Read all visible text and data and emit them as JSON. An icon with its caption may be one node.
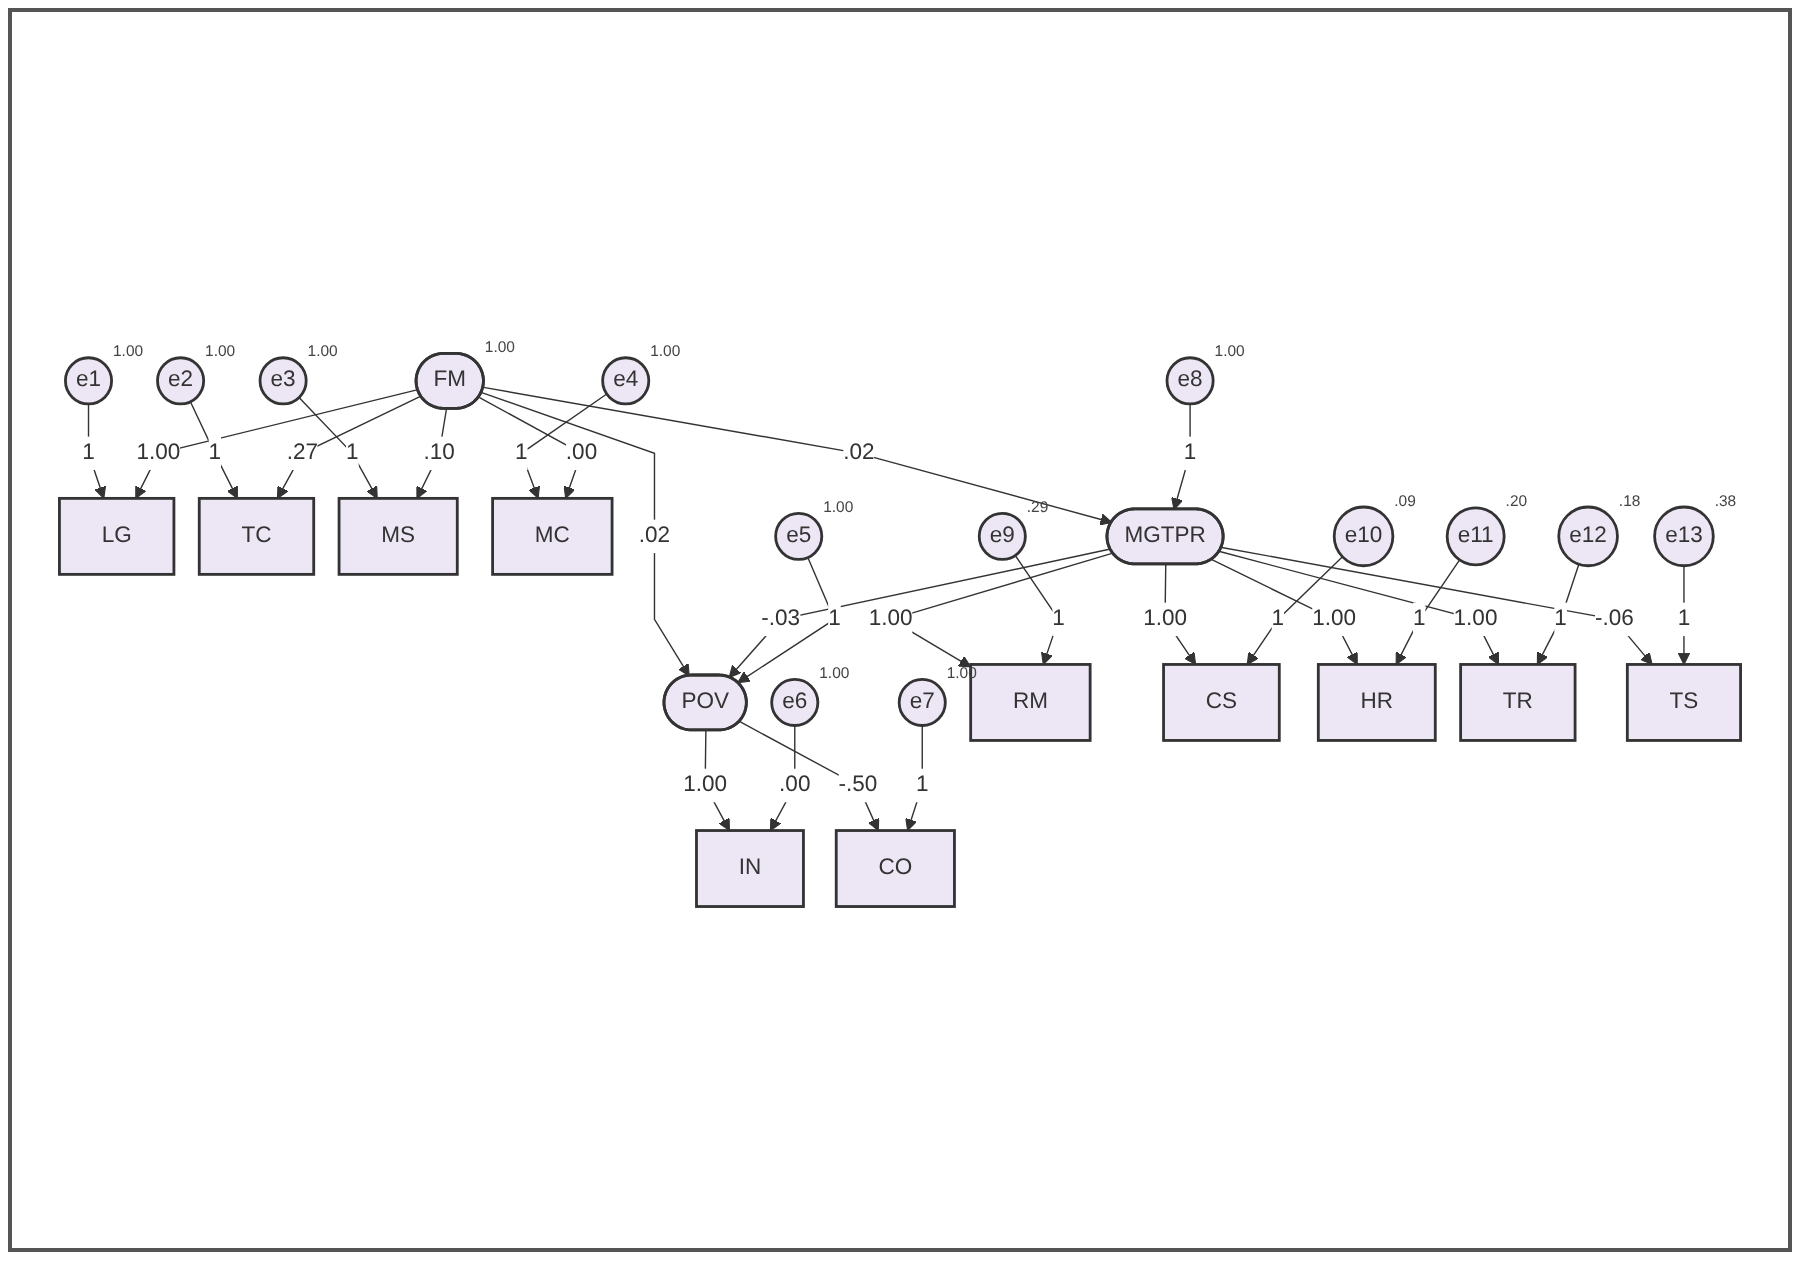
{
  "diagram": {
    "nodes": [
      {
        "text": [
          "e1"
        ],
        "beside": [
          "1.00"
        ]
      },
      {
        "text": [
          "LG"
        ]
      },
      {
        "text": [
          "e2"
        ],
        "beside": [
          "1.00"
        ]
      },
      {
        "text": [
          "TC"
        ]
      },
      {
        "text": [
          "e3"
        ],
        "beside": [
          "1.00"
        ]
      },
      {
        "text": [
          "MS"
        ]
      },
      {
        "text": [
          "e4"
        ],
        "beside": [
          "1.00"
        ]
      },
      {
        "text": [
          "MC"
        ]
      },
      {
        "text": [
          "FM"
        ],
        "beside": [
          "1.00"
        ]
      },
      {
        "text": [
          "e5"
        ],
        "beside": [
          "1.00"
        ]
      },
      {
        "text": [
          "POV"
        ]
      },
      {
        "text": [
          "IN"
        ]
      },
      {
        "text": [
          "e6"
        ],
        "beside": [
          "1.00"
        ]
      },
      {
        "text": [
          "CO"
        ]
      },
      {
        "text": [
          "e7"
        ],
        "beside": [
          "1.00"
        ]
      },
      {
        "text": [
          "e8"
        ],
        "beside": [
          "1.00"
        ]
      },
      {
        "text": [
          "MGTPR"
        ]
      },
      {
        "text": [
          "RM"
        ]
      },
      {
        "text": [
          "CS"
        ]
      },
      {
        "text": [
          "HR"
        ]
      },
      {
        "text": [
          "TR"
        ]
      },
      {
        "text": [
          "TS"
        ]
      },
      {
        "text": [
          "e9"
        ],
        "beside": [
          ".29"
        ]
      },
      {
        "text": [
          "e10"
        ],
        "beside": [
          ".09"
        ]
      },
      {
        "text": [
          "e11"
        ],
        "beside": [
          ".20"
        ]
      },
      {
        "text": [
          "e12"
        ],
        "beside": [
          ".18"
        ]
      },
      {
        "text": [
          "e13"
        ],
        "beside": [
          ".38"
        ]
      }
    ],
    "edges": [
      {
        "from": 0,
        "to": 1,
        "arrow": "to",
        "label": "1"
      },
      {
        "from": 2,
        "to": 3,
        "arrow": "to",
        "label": "1"
      },
      {
        "from": 4,
        "to": 5,
        "arrow": "to",
        "label": "1"
      },
      {
        "from": 6,
        "to": 7,
        "arrow": "to",
        "label": "1"
      },
      {
        "from": 8,
        "to": 1,
        "arrow": "to",
        "label": "1.00"
      },
      {
        "from": 8,
        "to": 3,
        "arrow": "to",
        "label": ".27"
      },
      {
        "from": 8,
        "to": 5,
        "arrow": "to",
        "label": ".10"
      },
      {
        "from": 8,
        "to": 7,
        "arrow": "to",
        "label": ".00"
      },
      {
        "from": 8,
        "to": 10,
        "arrow": "to",
        "label": ".02"
      },
      {
        "from": 8,
        "to": 16,
        "arrow": "to",
        "label": ".02"
      },
      {
        "from": 16,
        "to": 10,
        "arrow": "to",
        "label": "-.03"
      },
      {
        "from": 9,
        "to": 10,
        "arrow": "to",
        "label": "1"
      },
      {
        "from": 10,
        "to": 11,
        "arrow": "to",
        "label": "1.00"
      },
      {
        "from": 10,
        "to": 13,
        "arrow": "to",
        "label": "-.50"
      },
      {
        "from": 12,
        "to": 11,
        "arrow": "to",
        "label": ".00"
      },
      {
        "from": 14,
        "to": 13,
        "arrow": "to",
        "label": "1"
      },
      {
        "from": 15,
        "to": 16,
        "arrow": "to",
        "label": "1"
      },
      {
        "from": 16,
        "to": 17,
        "arrow": "to",
        "label": "1.00"
      },
      {
        "from": 16,
        "to": 18,
        "arrow": "to",
        "label": "1.00"
      },
      {
        "from": 16,
        "to": 19,
        "arrow": "to",
        "label": "1.00"
      },
      {
        "from": 16,
        "to": 20,
        "arrow": "to",
        "label": "1.00"
      },
      {
        "from": 16,
        "to": 21,
        "arrow": "to",
        "label": "-.06"
      },
      {
        "from": 22,
        "to": 17,
        "arrow": "to",
        "label": "1"
      },
      {
        "from": 23,
        "to": 18,
        "arrow": "to",
        "label": "1"
      },
      {
        "from": 24,
        "to": 19,
        "arrow": "to",
        "label": "1"
      },
      {
        "from": 25,
        "to": 20,
        "arrow": "to",
        "label": "1"
      },
      {
        "from": 26,
        "to": 21,
        "arrow": "to",
        "label": "1"
      }
    ]
  }
}
